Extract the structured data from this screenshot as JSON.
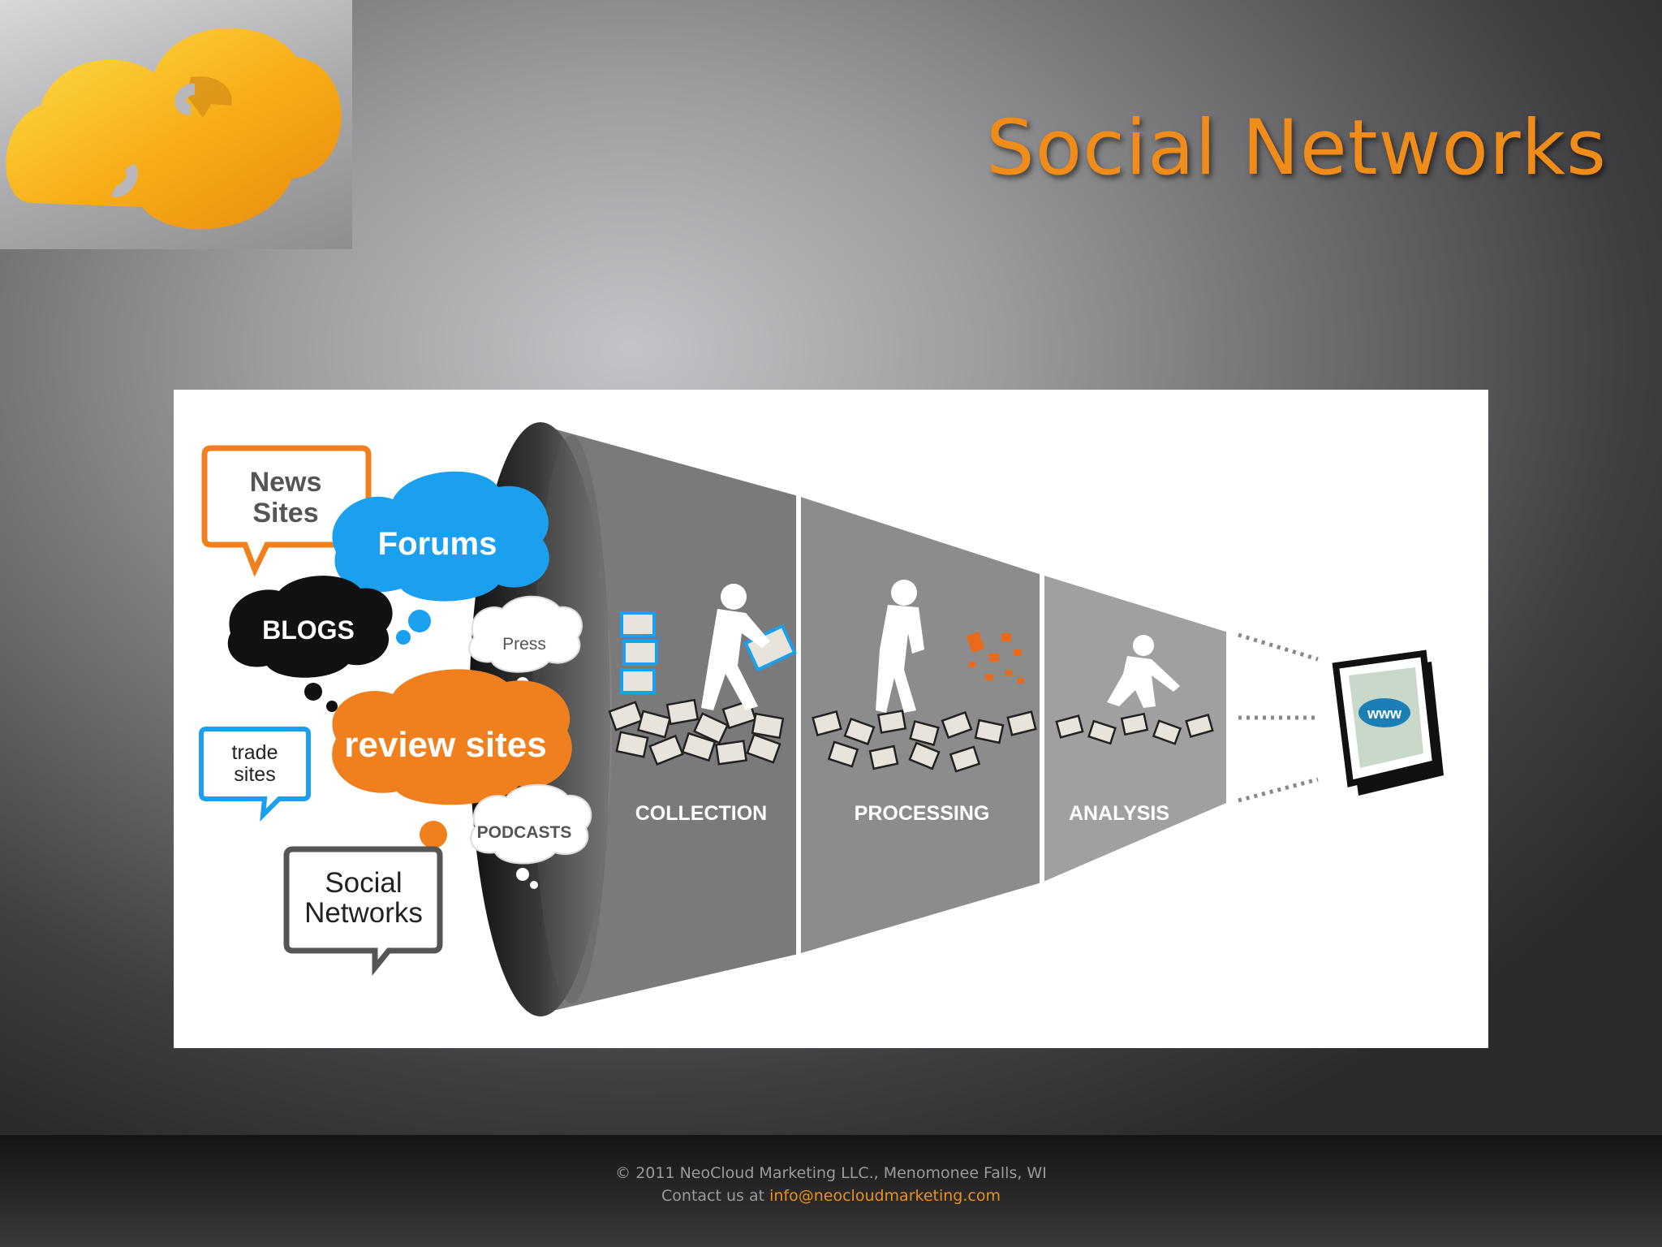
{
  "slide": {
    "title": "Social Networks",
    "title_color": "#f08c1a"
  },
  "logo": {
    "icon": "orange-cloud-sync-icon",
    "colors": [
      "#f7a814",
      "#fcd52a",
      "#ea8a10"
    ]
  },
  "diagram": {
    "sources": [
      {
        "label": "News Sites",
        "shape": "speech-bubble",
        "color": "#f07f1e"
      },
      {
        "label": "Forums",
        "shape": "cloud",
        "color": "#1aa0ef"
      },
      {
        "label": "BLOGS",
        "shape": "cloud",
        "color": "#111111"
      },
      {
        "label": "Press",
        "shape": "cloud",
        "color": "#ffffff"
      },
      {
        "label": "trade sites",
        "shape": "speech-bubble",
        "color": "#1aa0ef"
      },
      {
        "label": "review sites",
        "shape": "cloud",
        "color": "#f07f1e"
      },
      {
        "label": "PODCASTS",
        "shape": "cloud",
        "color": "#ffffff"
      },
      {
        "label": "Social Networks",
        "shape": "speech-bubble",
        "color": "#555555"
      }
    ],
    "stages": [
      "COLLECTION",
      "PROCESSING",
      "ANALYSIS"
    ],
    "output_icon": "www-screen-icon",
    "output_label": "www"
  },
  "footer": {
    "copyright": "© 2011 NeoCloud Marketing LLC., Menomonee Falls, WI",
    "contact_prefix": "Contact us at",
    "contact_email": "info@neocloudmarketing.com"
  }
}
